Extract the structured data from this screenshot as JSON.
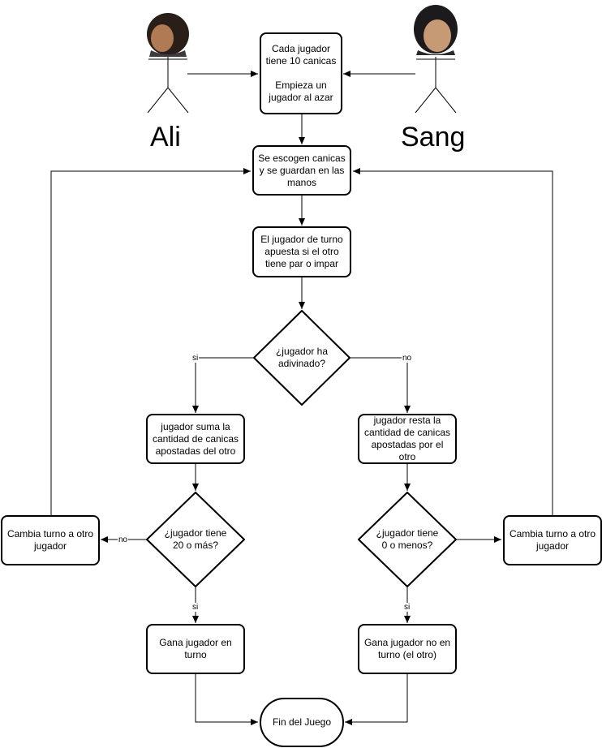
{
  "actors": {
    "left": {
      "name": "Ali"
    },
    "right": {
      "name": "Sang"
    }
  },
  "nodes": {
    "start": "Cada jugador\ntiene 10 canicas\n\nEmpieza un\njugador al azar",
    "choose": "Se escogen canicas\ny se guardan en las\nmanos",
    "bet": "El jugador de turno\napuesta si el otro\ntiene par o impar",
    "guessed": "¿jugador ha\nadivinado?",
    "add": "jugador suma la\ncantidad de canicas\napostadas del otro",
    "subtract": "jugador resta la\ncantidad de canicas\napostadas por el otro",
    "check20": "¿jugador tiene\n20 o más?",
    "check0": "¿jugador tiene\n0 o menos?",
    "switch_left": "Cambia turno a otro\njugador",
    "switch_right": "Cambia turno a otro\njugador",
    "win_turn": "Gana jugador en\nturno",
    "win_other": "Gana jugador no en\nturno (el otro)",
    "end": "Fin del Juego"
  },
  "edge_labels": {
    "guessed_yes": "si",
    "guessed_no": "no",
    "check20_no": "no",
    "check20_yes": "si",
    "check0_yes": "si"
  }
}
